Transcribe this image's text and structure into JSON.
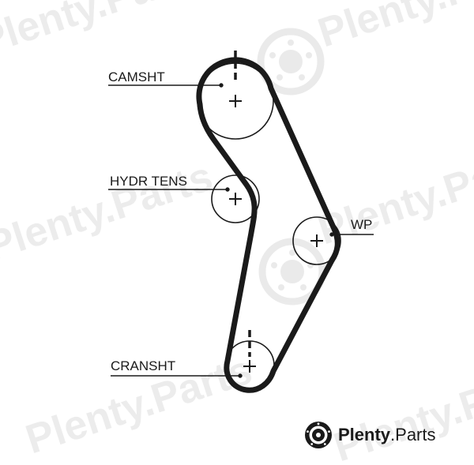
{
  "labels": {
    "camshaft": "CAMSHT",
    "hydraulic_tensioner": "HYDR TENS",
    "water_pump": "WP",
    "crankshaft": "CRANSHT"
  },
  "watermark": {
    "text": "Plenty.Parts"
  },
  "brand": {
    "name_bold": "Plenty",
    "name_rest": ".Parts"
  },
  "colors": {
    "belt": "#1a1a1a",
    "pulley_outline": "#1a1a1a",
    "label_text": "#1a1a1a",
    "background": "#ffffff"
  },
  "icons": {
    "brand_logo": "brake-disc-icon",
    "pulley_center": "plus-mark-icon",
    "timing_mark": "timing-mark-icon"
  }
}
